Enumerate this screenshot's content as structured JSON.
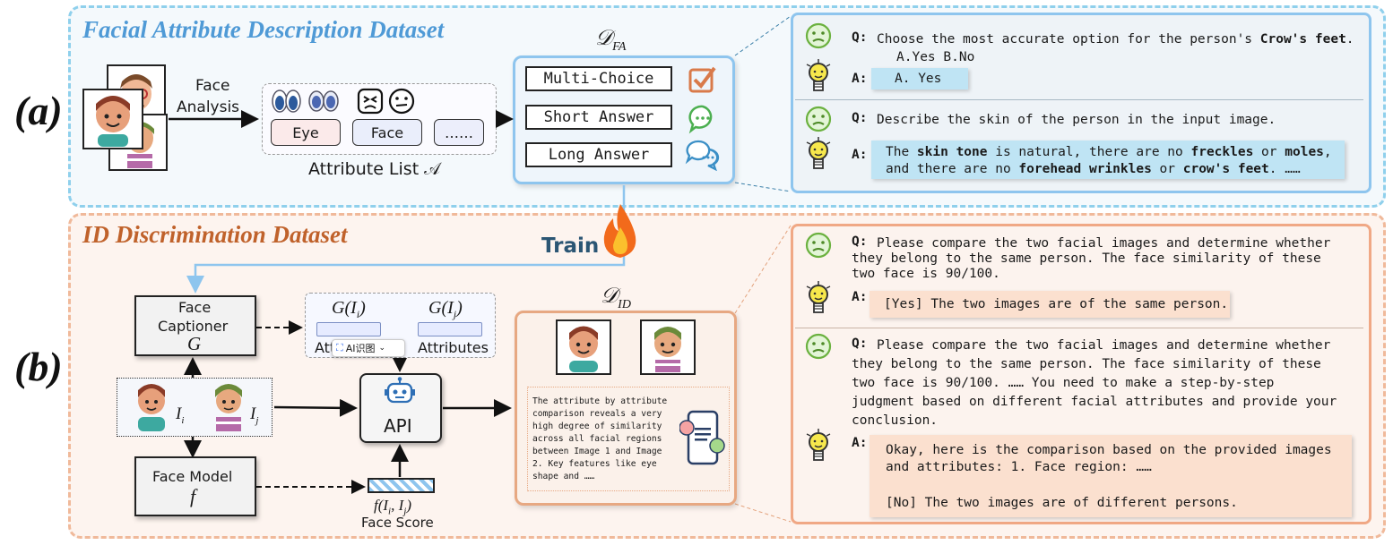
{
  "panel_a": {
    "label": "(a)",
    "title": "Facial Attribute Description Dataset",
    "face_analysis": [
      "Face",
      "Analysis"
    ],
    "attribute_chips": [
      "Eye",
      "Face",
      "……"
    ],
    "attribute_list_label": "Attribute List 𝒜",
    "dataset_label": "𝒟_FA",
    "answer_types": [
      "Multi-Choice",
      "Short Answer",
      "Long Answer"
    ]
  },
  "qa_a": {
    "q_label": "Q:",
    "a_label": "A:",
    "q1_line1_pre": "Choose the most accurate option for the person's ",
    "q1_line1_bold": "Crow's feet",
    "q1_line1_post": ".",
    "q1_line2": "A.Yes B.No",
    "a1": "A. Yes",
    "q2": "Describe the skin of the person in the input image.",
    "a2_line1": [
      "The ",
      "skin tone",
      " is natural, there are no ",
      "freckles",
      " or ",
      "moles",
      ","
    ],
    "a2_line2": [
      "and there are no ",
      "forehead wrinkles",
      " or ",
      "crow's feet",
      ". ……"
    ]
  },
  "panel_b": {
    "label": "(b)",
    "title": "ID Discrimination Dataset",
    "train_label": "Train",
    "captioner_lines": [
      "Face",
      "Captioner",
      "G"
    ],
    "g_i": "G(I",
    "g_i_sub": "i",
    "g_j": "G(I",
    "g_j_sub": "j",
    "attributes_label": "Attributes",
    "attr_partial": "Att",
    "ai_badge": "AI识图",
    "ii_label": "I",
    "ii_sub": "i",
    "ij_label": "I",
    "ij_sub": "j",
    "api_label": "API",
    "face_model_lines": [
      "Face Model",
      "f"
    ],
    "f_score": "f(I",
    "f_score_sub1": "i",
    "f_score_mid": ", I",
    "f_score_sub2": "j",
    "f_score_end": ")",
    "face_score_label": "Face Score",
    "dataset_label": "𝒟_ID",
    "did_text": [
      "The attribute by attribute",
      "comparison reveals a very",
      "high degree of similarity",
      "across all facial regions",
      "between Image 1 and Image",
      "2. Key features like eye",
      "shape and ……"
    ]
  },
  "qa_b": {
    "q_label": "Q:",
    "a_label": "A:",
    "q1": [
      "Please compare the two facial images and determine whether",
      "they belong to the same person. The face similarity of these",
      "two face is 90/100."
    ],
    "a1": "[Yes] The two images are of the same person.",
    "q2": [
      "Please compare the two facial images and determine whether",
      "they belong to the same person. The face similarity of these",
      "two face is 90/100.  ……  You need to make a step-by-step",
      "judgment based on different facial attributes and provide your",
      "conclusion."
    ],
    "a2": [
      "Okay, here is the comparison based on the provided images",
      "and attributes: 1. Face region: ……",
      "",
      "[No] The two images are of different persons."
    ]
  },
  "colors": {
    "panel_a_border": "#8fd0ec",
    "panel_b_border": "#f0b99a",
    "title_a": "#4f9ad6",
    "title_b": "#c0622b",
    "answer_blue": "#bfe4f4",
    "answer_peach": "#fbe0cf"
  }
}
